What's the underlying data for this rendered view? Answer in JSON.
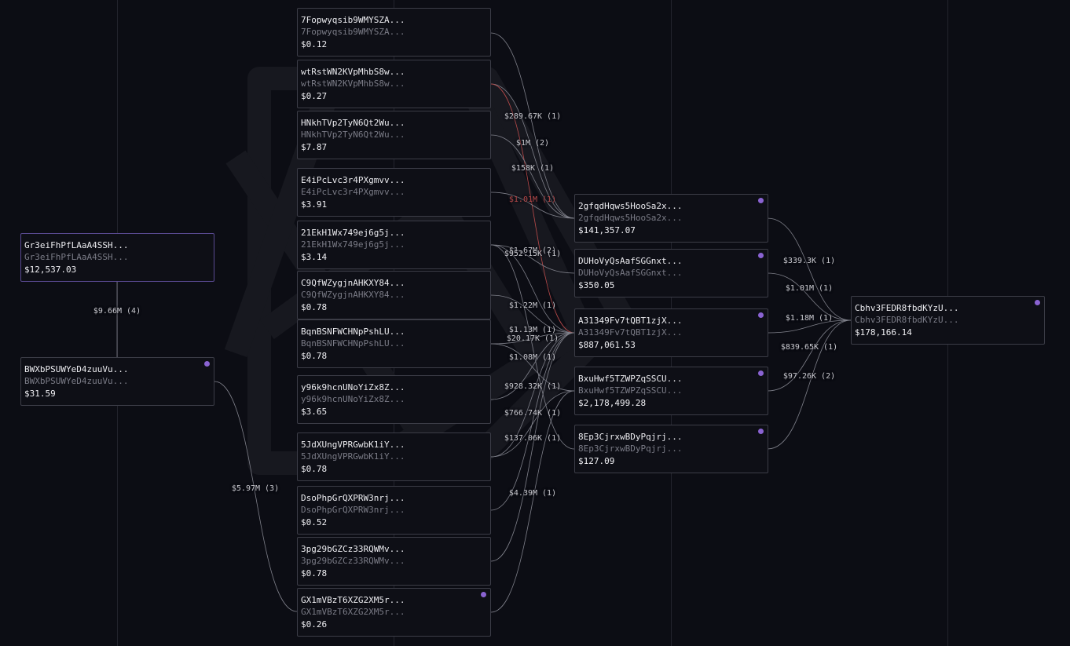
{
  "colors": {
    "background": "#0c0d14",
    "edge": "#7f808a",
    "edge_highlight": "#b94a4a",
    "marker": "#8a63d2",
    "selected_border": "#5a4a92"
  },
  "nodes": [
    {
      "id": "n0",
      "name": "Gr3eiFhPfLAaA4SSH...",
      "address": "Gr3eiFhPfLAaA4SSH...",
      "value": "$12,537.03"
    },
    {
      "id": "n1",
      "name": "BWXbPSUWYeD4zuuVu...",
      "address": "BWXbPSUWYeD4zuuVu...",
      "value": "$31.59"
    },
    {
      "id": "m0",
      "name": "7Fopwyqsib9WMYSZA...",
      "address": "7Fopwyqsib9WMYSZA...",
      "value": "$0.12"
    },
    {
      "id": "m1",
      "name": "wtRstWN2KVpMhbS8w...",
      "address": "wtRstWN2KVpMhbS8w...",
      "value": "$0.27"
    },
    {
      "id": "m2",
      "name": "HNkhTVp2TyN6Qt2Wu...",
      "address": "HNkhTVp2TyN6Qt2Wu...",
      "value": "$7.87"
    },
    {
      "id": "m3",
      "name": "E4iPcLvc3r4PXgmvv...",
      "address": "E4iPcLvc3r4PXgmvv...",
      "value": "$3.91"
    },
    {
      "id": "m4",
      "name": "21EkH1Wx749ej6g5j...",
      "address": "21EkH1Wx749ej6g5j...",
      "value": "$3.14"
    },
    {
      "id": "m5",
      "name": "C9QfWZygjnAHKXY84...",
      "address": "C9QfWZygjnAHKXY84...",
      "value": "$0.78"
    },
    {
      "id": "m6",
      "name": "BqnBSNFWCHNpPshLU...",
      "address": "BqnBSNFWCHNpPshLU...",
      "value": "$0.78"
    },
    {
      "id": "m7",
      "name": "y96k9hcnUNoYiZx8Z...",
      "address": "y96k9hcnUNoYiZx8Z...",
      "value": "$3.65"
    },
    {
      "id": "m8",
      "name": "5JdXUngVPRGwbK1iY...",
      "address": "5JdXUngVPRGwbK1iY...",
      "value": "$0.78"
    },
    {
      "id": "m9",
      "name": "DsoPhpGrQXPRW3nrj...",
      "address": "DsoPhpGrQXPRW3nrj...",
      "value": "$0.52"
    },
    {
      "id": "m10",
      "name": "3pg29bGZCz33RQWMv...",
      "address": "3pg29bGZCz33RQWMv...",
      "value": "$0.78"
    },
    {
      "id": "m11",
      "name": "GX1mVBzT6XZG2XM5r...",
      "address": "GX1mVBzT6XZG2XM5r...",
      "value": "$0.26"
    },
    {
      "id": "r0",
      "name": "2gfqdHqws5HooSa2x...",
      "address": "2gfqdHqws5HooSa2x...",
      "value": "$141,357.07"
    },
    {
      "id": "r1",
      "name": "DUHoVyQsAafSGGnxt...",
      "address": "DUHoVyQsAafSGGnxt...",
      "value": "$350.05"
    },
    {
      "id": "r2",
      "name": "A31349Fv7tQBT1zjX...",
      "address": "A31349Fv7tQBT1zjX...",
      "value": "$887,061.53"
    },
    {
      "id": "r3",
      "name": "BxuHwf5TZWPZqSSCU...",
      "address": "BxuHwf5TZWPZqSSCU...",
      "value": "$2,178,499.28"
    },
    {
      "id": "r4",
      "name": "8Ep3CjrxwBDyPqjrj...",
      "address": "8Ep3CjrxwBDyPqjrj...",
      "value": "$127.09"
    },
    {
      "id": "t0",
      "name": "Cbhv3FEDR8fbdKYzU...",
      "address": "Cbhv3FEDR8fbdKYzU...",
      "value": "$178,166.14"
    }
  ],
  "edge_labels": [
    {
      "text": "$9.66M (4)",
      "highlight": false
    },
    {
      "text": "$5.97M (3)",
      "highlight": false
    },
    {
      "text": "$289.67K (1)",
      "highlight": false
    },
    {
      "text": "$1M (2)",
      "highlight": false
    },
    {
      "text": "$158K (1)",
      "highlight": false
    },
    {
      "text": "$1.01M (1)",
      "highlight": true
    },
    {
      "text": "$1.67M (2)",
      "highlight": false
    },
    {
      "text": "$952.15K (1)",
      "highlight": false
    },
    {
      "text": "$1.22M (1)",
      "highlight": false
    },
    {
      "text": "$1.13M (1)",
      "highlight": false
    },
    {
      "text": "$20.17K (1)",
      "highlight": false
    },
    {
      "text": "$1.08M (1)",
      "highlight": false
    },
    {
      "text": "$928.32K (1)",
      "highlight": false
    },
    {
      "text": "$766.74K (1)",
      "highlight": false
    },
    {
      "text": "$137.06K (1)",
      "highlight": false
    },
    {
      "text": "$4.39M (1)",
      "highlight": false
    },
    {
      "text": "$339.3K (1)",
      "highlight": false
    },
    {
      "text": "$1.01M (1)",
      "highlight": false
    },
    {
      "text": "$1.18M (1)",
      "highlight": false
    },
    {
      "text": "$839.65K (1)",
      "highlight": false
    },
    {
      "text": "$97.26K (2)",
      "highlight": false
    }
  ]
}
